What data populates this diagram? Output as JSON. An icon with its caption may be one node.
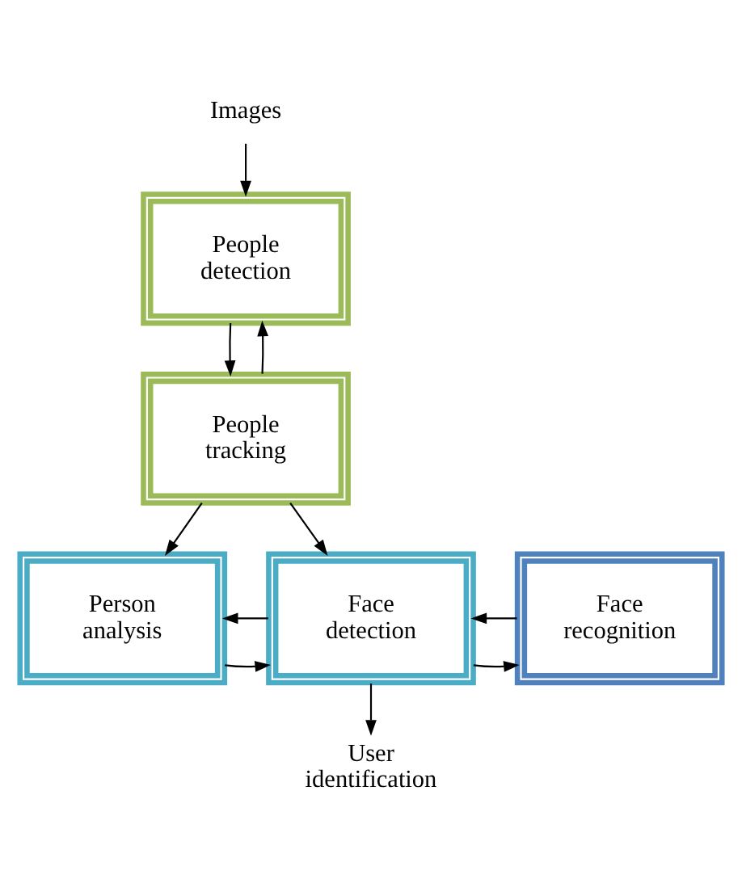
{
  "diagram": {
    "nodes": [
      {
        "text": [
          "Images"
        ]
      },
      {
        "text": [
          "People detection"
        ]
      },
      {
        "text": [
          "People tracking"
        ]
      },
      {
        "text": [
          "Person analysis"
        ]
      },
      {
        "text": [
          "Face detection"
        ]
      },
      {
        "text": [
          "Face recognition"
        ]
      },
      {
        "text": [
          "User identification"
        ]
      }
    ],
    "edges": [
      {
        "from": 0,
        "to": 1,
        "arrow": "to"
      },
      {
        "from": 1,
        "to": 2,
        "arrow": "to"
      },
      {
        "from": 2,
        "to": 1,
        "arrow": "to"
      },
      {
        "from": 2,
        "to": 3,
        "arrow": "to"
      },
      {
        "from": 2,
        "to": 4,
        "arrow": "to"
      },
      {
        "from": 3,
        "to": 4,
        "arrow": "to"
      },
      {
        "from": 4,
        "to": 3,
        "arrow": "to"
      },
      {
        "from": 4,
        "to": 5,
        "arrow": "to"
      },
      {
        "from": 5,
        "to": 4,
        "arrow": "to"
      },
      {
        "from": 4,
        "to": 6,
        "arrow": "to"
      }
    ]
  }
}
